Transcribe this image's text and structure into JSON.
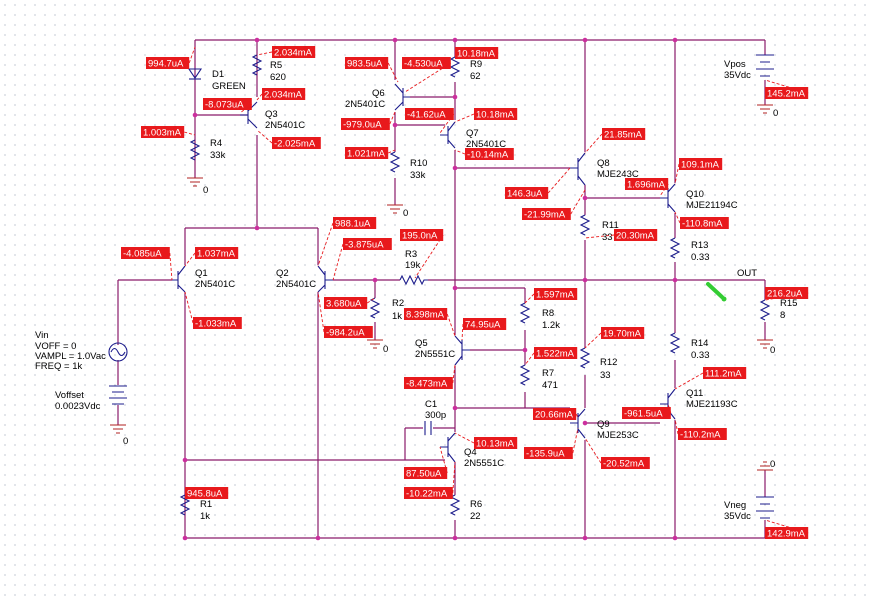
{
  "accent_colors": {
    "wire": "#8a1b6b",
    "part": "#1c1c8c",
    "tag": "#e8191c",
    "ground": "#b22222",
    "junction": "#cc2f9e",
    "probe": "#33cc33"
  },
  "parts": {
    "d1": {
      "ref": "D1",
      "value": "GREEN"
    },
    "r5": {
      "ref": "R5",
      "value": "620"
    },
    "q3": {
      "ref": "Q3",
      "value": "2N5401C"
    },
    "r4": {
      "ref": "R4",
      "value": "33k"
    },
    "q6": {
      "ref": "Q6",
      "value": "2N5401C"
    },
    "r9": {
      "ref": "R9",
      "value": "62"
    },
    "q7": {
      "ref": "Q7",
      "value": "2N5401C"
    },
    "r10": {
      "ref": "R10",
      "value": "33k"
    },
    "q8": {
      "ref": "Q8",
      "value": "MJE243C"
    },
    "r11": {
      "ref": "R11",
      "value": "33"
    },
    "q10": {
      "ref": "Q10",
      "value": "MJE21194C"
    },
    "r13": {
      "ref": "R13",
      "value": "0.33"
    },
    "vpos": {
      "ref": "Vpos",
      "value": "35Vdc"
    },
    "q1": {
      "ref": "Q1",
      "value": "2N5401C"
    },
    "q2": {
      "ref": "Q2",
      "value": "2N5401C"
    },
    "r3": {
      "ref": "R3",
      "value": "19k"
    },
    "r2": {
      "ref": "R2",
      "value": "1k"
    },
    "r8": {
      "ref": "R8",
      "value": "1.2k"
    },
    "q5": {
      "ref": "Q5",
      "value": "2N5551C"
    },
    "r7": {
      "ref": "R7",
      "value": "471"
    },
    "r12": {
      "ref": "R12",
      "value": "33"
    },
    "r14": {
      "ref": "R14",
      "value": "0.33"
    },
    "q11": {
      "ref": "Q11",
      "value": "MJE21193C"
    },
    "r15": {
      "ref": "R15",
      "value": "8"
    },
    "c1": {
      "ref": "C1",
      "value": "300p"
    },
    "q4": {
      "ref": "Q4",
      "value": "2N5551C"
    },
    "q9": {
      "ref": "Q9",
      "value": "MJE253C"
    },
    "r1": {
      "ref": "R1",
      "value": "1k"
    },
    "r6": {
      "ref": "R6",
      "value": "22"
    },
    "vneg": {
      "ref": "Vneg",
      "value": "35Vdc"
    },
    "vin": {
      "ref": "Vin",
      "voff": "VOFF = 0",
      "vampl": "VAMPL = 1.0Vac",
      "freq": "FREQ = 1k"
    },
    "voffset": {
      "ref": "Voffset",
      "value": "0.0023Vdc"
    }
  },
  "net_out": "OUT",
  "ground_zero": "0",
  "tags": [
    "994.7uA",
    "2.034mA",
    "2.034mA",
    "-8.073uA",
    "1.003mA",
    "-2.025mA",
    "983.5uA",
    "-4.530uA",
    "10.18mA",
    "-979.0uA",
    "-41.62uA",
    "10.18mA",
    "1.021mA",
    "-10.14mA",
    "21.85mA",
    "109.1mA",
    "1.696mA",
    "146.3uA",
    "-21.99mA",
    "-110.8mA",
    "20.30mA",
    "145.2mA",
    "-4.085uA",
    "1.037mA",
    "988.1uA",
    "-3.875uA",
    "195.0nA",
    "-1.033mA",
    "3.680uA",
    "-984.2uA",
    "216.2uA",
    "1.597mA",
    "8.398mA",
    "74.95uA",
    "1.522mA",
    "-8.473mA",
    "19.70mA",
    "111.2mA",
    "20.66mA",
    "-961.5uA",
    "-110.2mA",
    "10.13mA",
    "-135.9uA",
    "87.50uA",
    "-20.52mA",
    "-10.22mA",
    "945.8uA",
    "142.9mA"
  ]
}
